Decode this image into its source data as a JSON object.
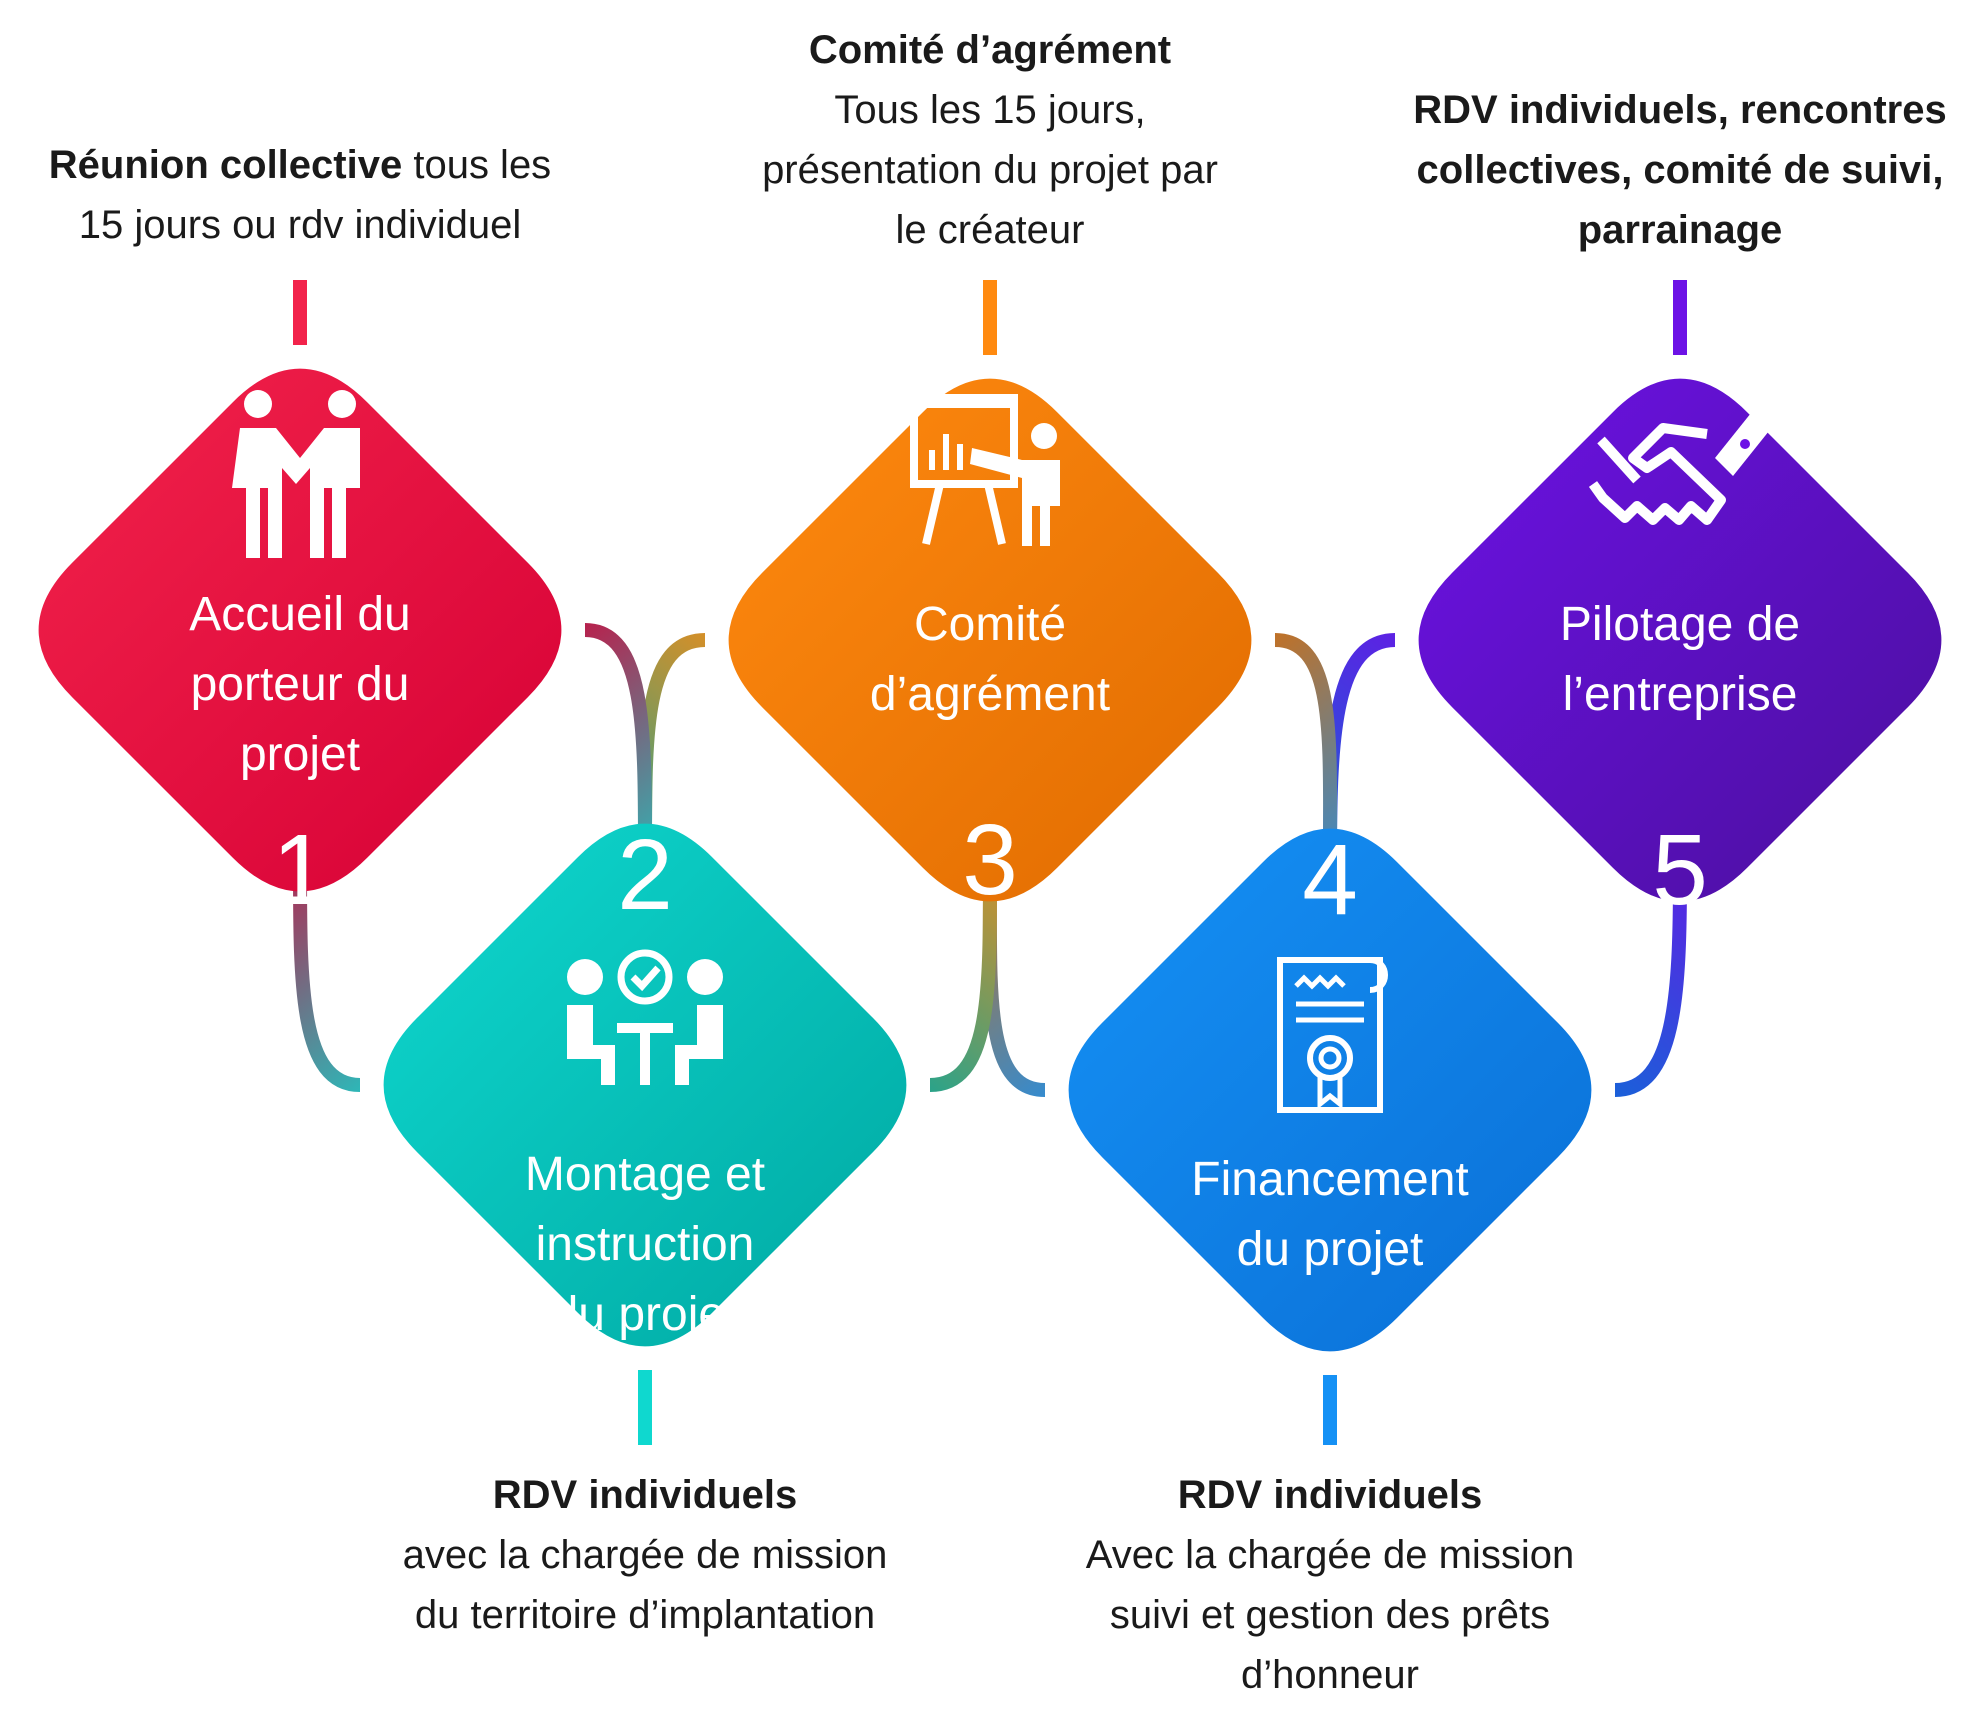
{
  "steps": [
    {
      "number": "1",
      "title": [
        "Accueil du",
        "porteur du",
        "projet"
      ],
      "icon": "handshake-people-icon",
      "color_start": "#f2234b",
      "color_end": "#d60035",
      "caption": [
        {
          "bold": "Réunion collective",
          "normal": " tous les"
        },
        {
          "bold": "",
          "normal": "15 jours ou rdv individuel"
        }
      ]
    },
    {
      "number": "2",
      "title": [
        "Montage et",
        "instruction",
        "du projet"
      ],
      "icon": "meeting-approval-icon",
      "color_start": "#0fd8cf",
      "color_end": "#00a8a2",
      "caption": [
        {
          "bold": "RDV individuels",
          "normal": ""
        },
        {
          "bold": "",
          "normal": "avec la chargée de mission"
        },
        {
          "bold": "",
          "normal": "du territoire d’implantation"
        }
      ]
    },
    {
      "number": "3",
      "title": [
        "Comité",
        "d’agrément"
      ],
      "icon": "presentation-board-icon",
      "color_start": "#ff8a10",
      "color_end": "#e06b00",
      "caption": [
        {
          "bold": "Comité d’agrément",
          "normal": ""
        },
        {
          "bold": "",
          "normal": "Tous les 15 jours,"
        },
        {
          "bold": "",
          "normal": "présentation du projet par"
        },
        {
          "bold": "",
          "normal": "le créateur"
        }
      ]
    },
    {
      "number": "4",
      "title": [
        "Financement",
        "du projet"
      ],
      "icon": "certificate-scroll-icon",
      "color_start": "#1591f5",
      "color_end": "#0a6fd6",
      "caption": [
        {
          "bold": "RDV individuels",
          "normal": ""
        },
        {
          "bold": "",
          "normal": "Avec la chargée de mission"
        },
        {
          "bold": "",
          "normal": "suivi et gestion des prêts"
        },
        {
          "bold": "",
          "normal": "d’honneur"
        }
      ]
    },
    {
      "number": "5",
      "title": [
        "Pilotage de",
        "l’entreprise"
      ],
      "icon": "handshake-icon",
      "color_start": "#6d12e6",
      "color_end": "#4a0f9c",
      "caption": [
        {
          "bold": "RDV individuels, rencontres",
          "normal": ""
        },
        {
          "bold": "collectives, comité de suivi,",
          "normal": ""
        },
        {
          "bold": "parrainage",
          "normal": ""
        }
      ]
    }
  ]
}
